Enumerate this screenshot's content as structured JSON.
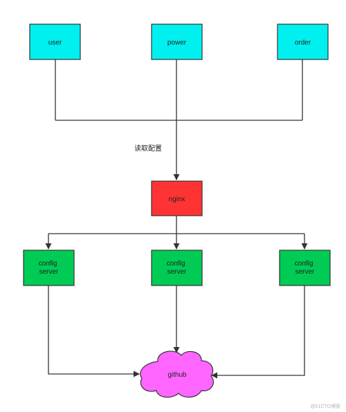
{
  "colors": {
    "client": "#00f0f0",
    "nginx": "#ff3333",
    "config": "#00cc55",
    "github": "#ff66ff",
    "stroke": "#333333"
  },
  "nodes": {
    "user": "user",
    "power": "power",
    "order": "order",
    "nginx": "nginx",
    "config1": [
      "config",
      "server"
    ],
    "config2": [
      "config",
      "server"
    ],
    "config3": [
      "config",
      "server"
    ],
    "github": "github"
  },
  "edge_label": "读取配置",
  "watermark": "@51CTO博客"
}
